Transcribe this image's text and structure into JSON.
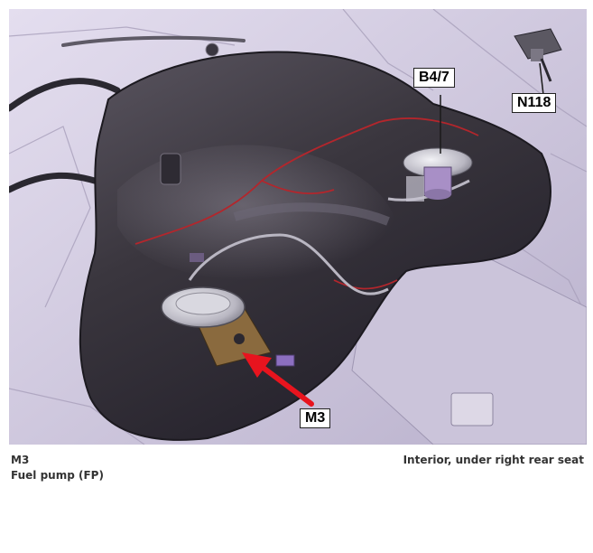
{
  "callouts": {
    "b4_7": "B4/7",
    "n118": "N118",
    "m3": "M3"
  },
  "caption": {
    "component_code": "M3",
    "component_name": "Fuel pump (FP)",
    "location": "Interior, under right rear seat"
  },
  "colors": {
    "arrow": "#e8141e",
    "fuel_line": "#b3262c",
    "tank": "#3e3a42",
    "floor": "#d9d3e6"
  }
}
